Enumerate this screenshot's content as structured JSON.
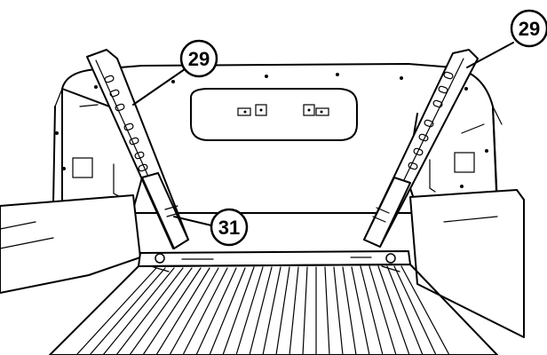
{
  "callouts": [
    {
      "id": "left-stake",
      "label": "29"
    },
    {
      "id": "right-stake",
      "label": "29"
    },
    {
      "id": "lower-bracket",
      "label": "31"
    }
  ]
}
